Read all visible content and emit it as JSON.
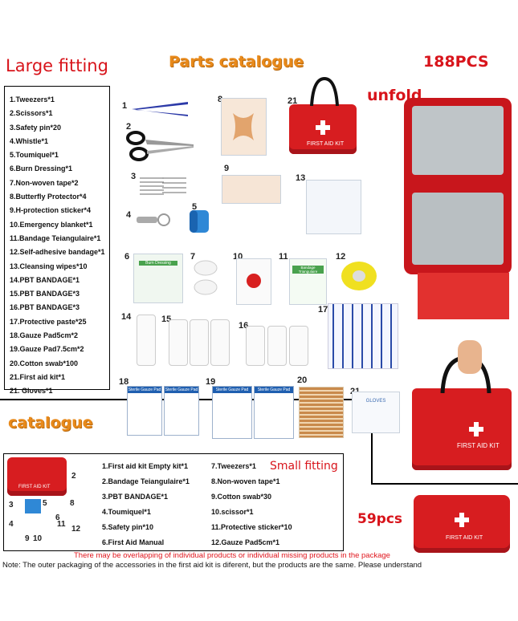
{
  "headings": {
    "large_fitting": "Large fitting",
    "parts_catalogue": "Parts catalogue",
    "pcs_large": "188PCS",
    "unfold": "unfold",
    "catalogue": "catalogue",
    "small_fitting": "Small fitting",
    "pcs_small": "59pcs"
  },
  "large_items": [
    "1.Tweezers*1",
    "2.Scissors*1",
    "3.Safety pin*20",
    "4.Whistle*1",
    "5.Toumiquel*1",
    "6.Burn Dressing*1",
    "7.Non-woven tape*2",
    "8.Butterfly Protector*4",
    "9.H-protection sticker*4",
    "10.Emergency blanket*1",
    "11.Bandage Teiangulaire*1",
    "12.Self-adhesive bandage*1",
    "13.Cleansing wipes*10",
    "14.PBT BANDAGE*1",
    "15.PBT BANDAGE*3",
    "16.PBT BANDAGE*3",
    "17.Protective paste*25",
    "18.Gauze Pad5cm*2",
    "19.Gauze Pad7.5cm*2",
    "20.Cotton swab*100",
    "21.First aid kit*1",
    "21. Gloves*1"
  ],
  "small_items_left": [
    "1.First aid kit Empty kit*1",
    "2.Bandage Teiangulaire*1",
    "3.PBT BANDAGE*1",
    "4.Toumiquel*1",
    "5.Safety pin*10",
    "6.First Aid Manual"
  ],
  "small_items_right": [
    "7.Tweezers*1",
    "8.Non-woven tape*1",
    "9.Cotton swab*30",
    "10.scissor*1",
    "11.Protective sticker*10",
    "12.Gauze Pad5cm*1"
  ],
  "product_labels": {
    "kit_label": "FIRST AID KIT",
    "burn_dressing": "Burn Dressing",
    "bandage_triangular": "Bandage Triangulaire",
    "gauze_pad": "Sterile Gauze Pad",
    "gloves": "GLOVES"
  },
  "part_numbers": [
    "1",
    "2",
    "3",
    "4",
    "5",
    "6",
    "7",
    "8",
    "9",
    "10",
    "11",
    "12",
    "13",
    "14",
    "15",
    "16",
    "17",
    "18",
    "19",
    "20",
    "21"
  ],
  "catalogue_numbers": [
    "2",
    "3",
    "4",
    "5",
    "6",
    "8",
    "9",
    "10",
    "11",
    "12"
  ],
  "footer": {
    "warning": "There may be overlapping of individual products or individual missing products in the package",
    "note": "Note: The outer packaging of the accessories in the first aid kit is diferent, but the products are the same. Please understand"
  },
  "colors": {
    "red": "#d8141b",
    "orange": "#e8891a",
    "kit_red": "#d71d20"
  }
}
